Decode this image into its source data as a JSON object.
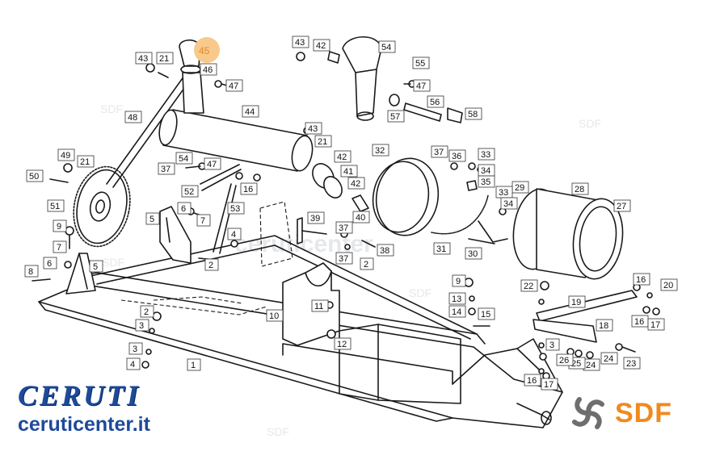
{
  "diagram": {
    "highlighted_part": "45",
    "callouts": [
      "1",
      "2",
      "2",
      "2",
      "3",
      "3",
      "3",
      "4",
      "4",
      "5",
      "5",
      "6",
      "6",
      "7",
      "7",
      "8",
      "9",
      "9",
      "10",
      "11",
      "12",
      "13",
      "14",
      "15",
      "16",
      "16",
      "16",
      "16",
      "17",
      "17",
      "18",
      "19",
      "20",
      "21",
      "21",
      "21",
      "22",
      "23",
      "24",
      "24",
      "25",
      "26",
      "27",
      "28",
      "29",
      "30",
      "31",
      "32",
      "33",
      "33",
      "34",
      "34",
      "35",
      "36",
      "37",
      "37",
      "37",
      "37",
      "38",
      "39",
      "40",
      "41",
      "42",
      "42",
      "42",
      "43",
      "43",
      "43",
      "44",
      "46",
      "47",
      "47",
      "47",
      "48",
      "49",
      "50",
      "51",
      "52",
      "53",
      "54",
      "54",
      "55",
      "56",
      "57",
      "58"
    ]
  },
  "branding": {
    "ceruti_logo": "CERUTI",
    "ceruti_url": "ceruticenter.it",
    "sdf_logo": "SDF",
    "watermark": "SDF",
    "watermark_text": "ceruticenter"
  },
  "colors": {
    "ceruti_blue": "#1e4a9a",
    "sdf_orange": "#f08a1c",
    "highlight": "#f8c98a",
    "line": "#1a1a1a"
  }
}
